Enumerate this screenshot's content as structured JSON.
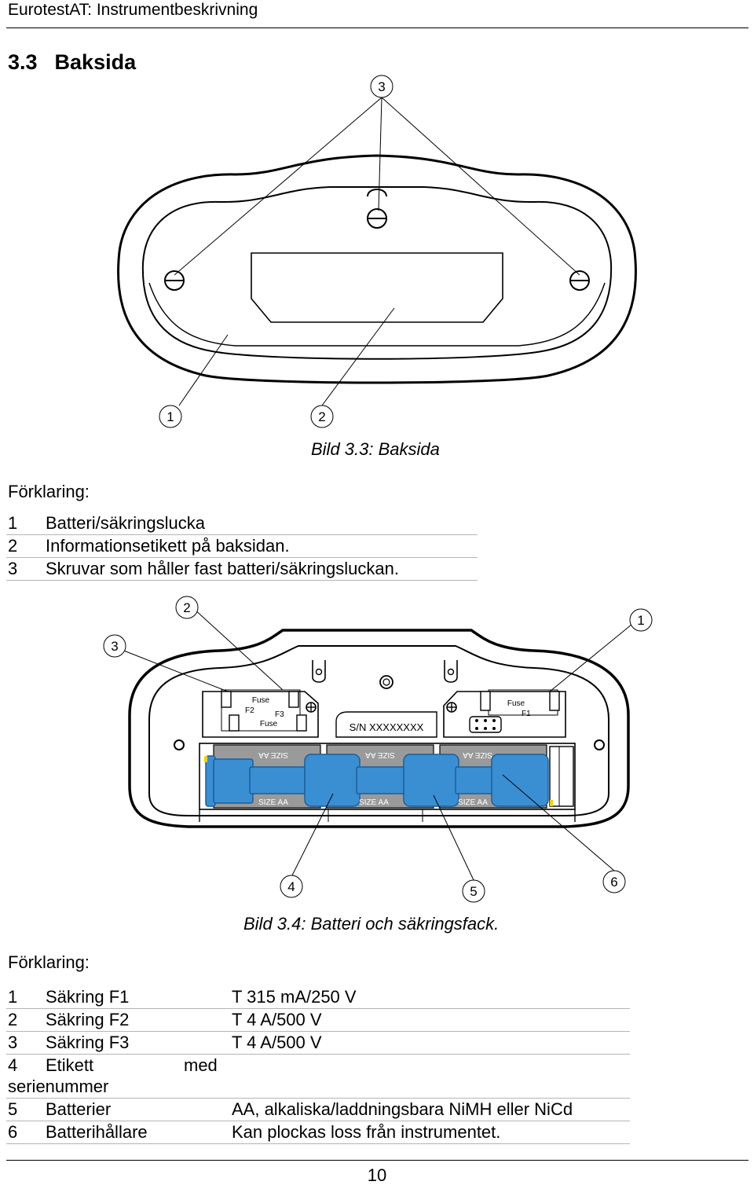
{
  "header": {
    "title": "EurotestAT: Instrumentbeskrivning"
  },
  "section": {
    "number": "3.3",
    "title": "Baksida"
  },
  "figure1": {
    "caption": "Bild 3.3: Baksida",
    "callouts": [
      "1",
      "2",
      "3"
    ]
  },
  "legend1": {
    "heading": "Förklaring:",
    "items": [
      {
        "num": "1",
        "text": "Batteri/säkringslucka"
      },
      {
        "num": "2",
        "text": "Informationsetikett på baksidan."
      },
      {
        "num": "3",
        "text": "Skruvar som håller fast batteri/säkringsluckan."
      }
    ]
  },
  "figure2": {
    "caption": "Bild 3.4: Batteri och säkringsfack.",
    "callouts": [
      "1",
      "2",
      "3",
      "4",
      "5",
      "6"
    ],
    "labels": {
      "fuse": "Fuse",
      "f1": "F1",
      "f2": "F2",
      "f3": "F3",
      "serial": "S/N XXXXXXXX",
      "battery": "SIZE AA"
    }
  },
  "legend2": {
    "heading": "Förklaring:",
    "items": [
      {
        "num": "1",
        "text": "Säkring F1",
        "value": "T 315 mA/250 V"
      },
      {
        "num": "2",
        "text": "Säkring F2",
        "value": "T 4 A/500 V"
      },
      {
        "num": "3",
        "text": "Säkring F3",
        "value": "T 4 A/500 V"
      },
      {
        "num": "4",
        "text": "Etikett",
        "mid": "med",
        "text2": "serienummer",
        "value": ""
      },
      {
        "num": "5",
        "text": "Batterier",
        "value": "AA, alkaliska/laddningsbara NiMH eller NiCd"
      },
      {
        "num": "6",
        "text": "Batterihållare",
        "value": "Kan plockas loss från instrumentet."
      }
    ]
  },
  "footer": {
    "page": "10"
  }
}
